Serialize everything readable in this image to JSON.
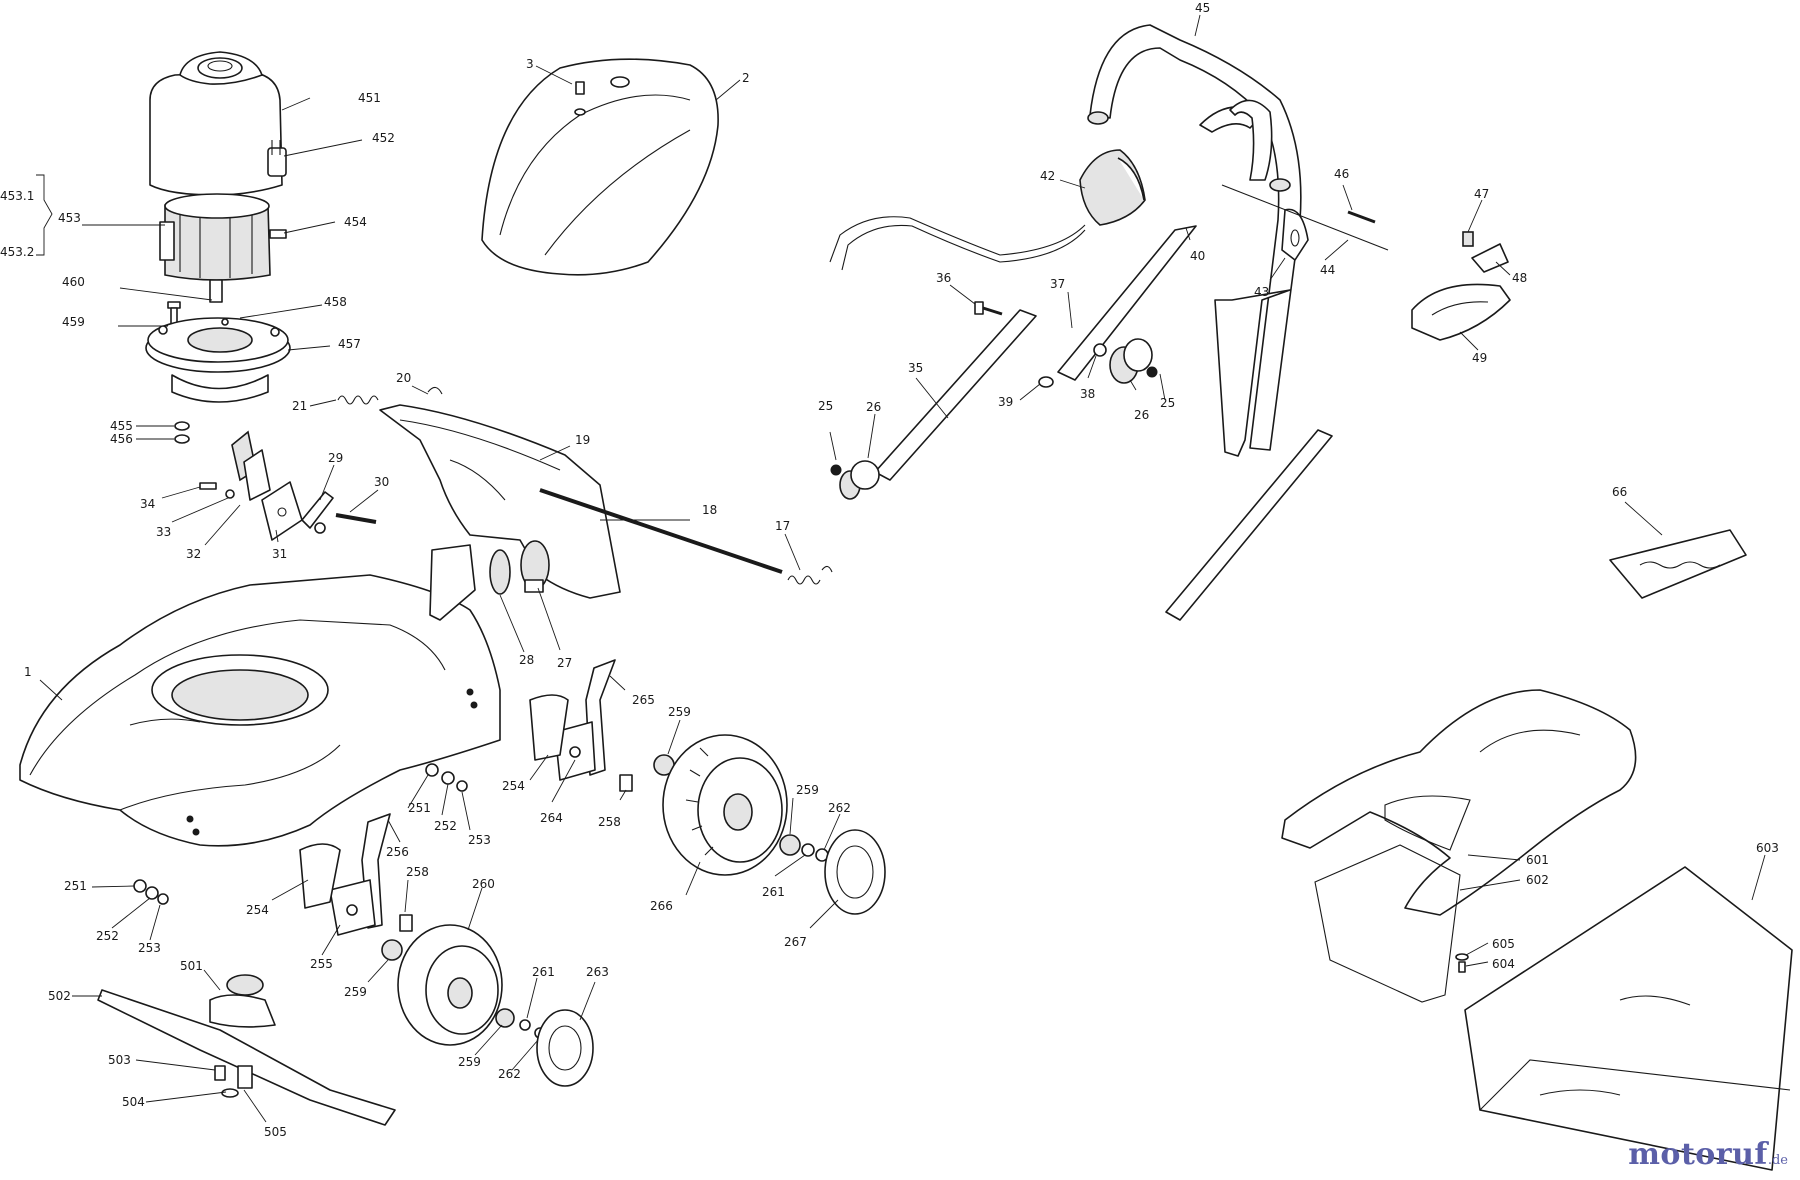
{
  "watermark": {
    "text": "motoruf",
    "tld": ".de",
    "color": "#5b5fa8"
  },
  "labels": {
    "p1": "1",
    "p2": "2",
    "p3": "3",
    "p17": "17",
    "p18": "18",
    "p19": "19",
    "p20": "20",
    "p21": "21",
    "p25a": "25",
    "p25b": "25",
    "p26a": "26",
    "p26b": "26",
    "p27": "27",
    "p28": "28",
    "p29": "29",
    "p30": "30",
    "p31": "31",
    "p32": "32",
    "p33": "33",
    "p34": "34",
    "p35": "35",
    "p36": "36",
    "p37": "37",
    "p38": "38",
    "p39": "39",
    "p40": "40",
    "p42": "42",
    "p43": "43",
    "p44": "44",
    "p45": "45",
    "p46": "46",
    "p47": "47",
    "p48": "48",
    "p49": "49",
    "p66": "66",
    "p251a": "251",
    "p251b": "251",
    "p252a": "252",
    "p252b": "252",
    "p253a": "253",
    "p253b": "253",
    "p254a": "254",
    "p254b": "254",
    "p255": "255",
    "p256": "256",
    "p258a": "258",
    "p258b": "258",
    "p259a": "259",
    "p259b": "259",
    "p259c": "259",
    "p259d": "259",
    "p260": "260",
    "p261a": "261",
    "p261b": "261",
    "p262a": "262",
    "p262b": "262",
    "p263": "263",
    "p264": "264",
    "p265": "265",
    "p266": "266",
    "p267": "267",
    "p451": "451",
    "p452": "452",
    "p453": "453",
    "p4531": "453.1",
    "p4532": "453.2",
    "p454": "454",
    "p455": "455",
    "p456": "456",
    "p457": "457",
    "p458": "458",
    "p459": "459",
    "p460": "460",
    "p501": "501",
    "p502": "502",
    "p503": "503",
    "p504": "504",
    "p505": "505",
    "p601": "601",
    "p602": "602",
    "p603": "603",
    "p604": "604",
    "p605": "605"
  }
}
